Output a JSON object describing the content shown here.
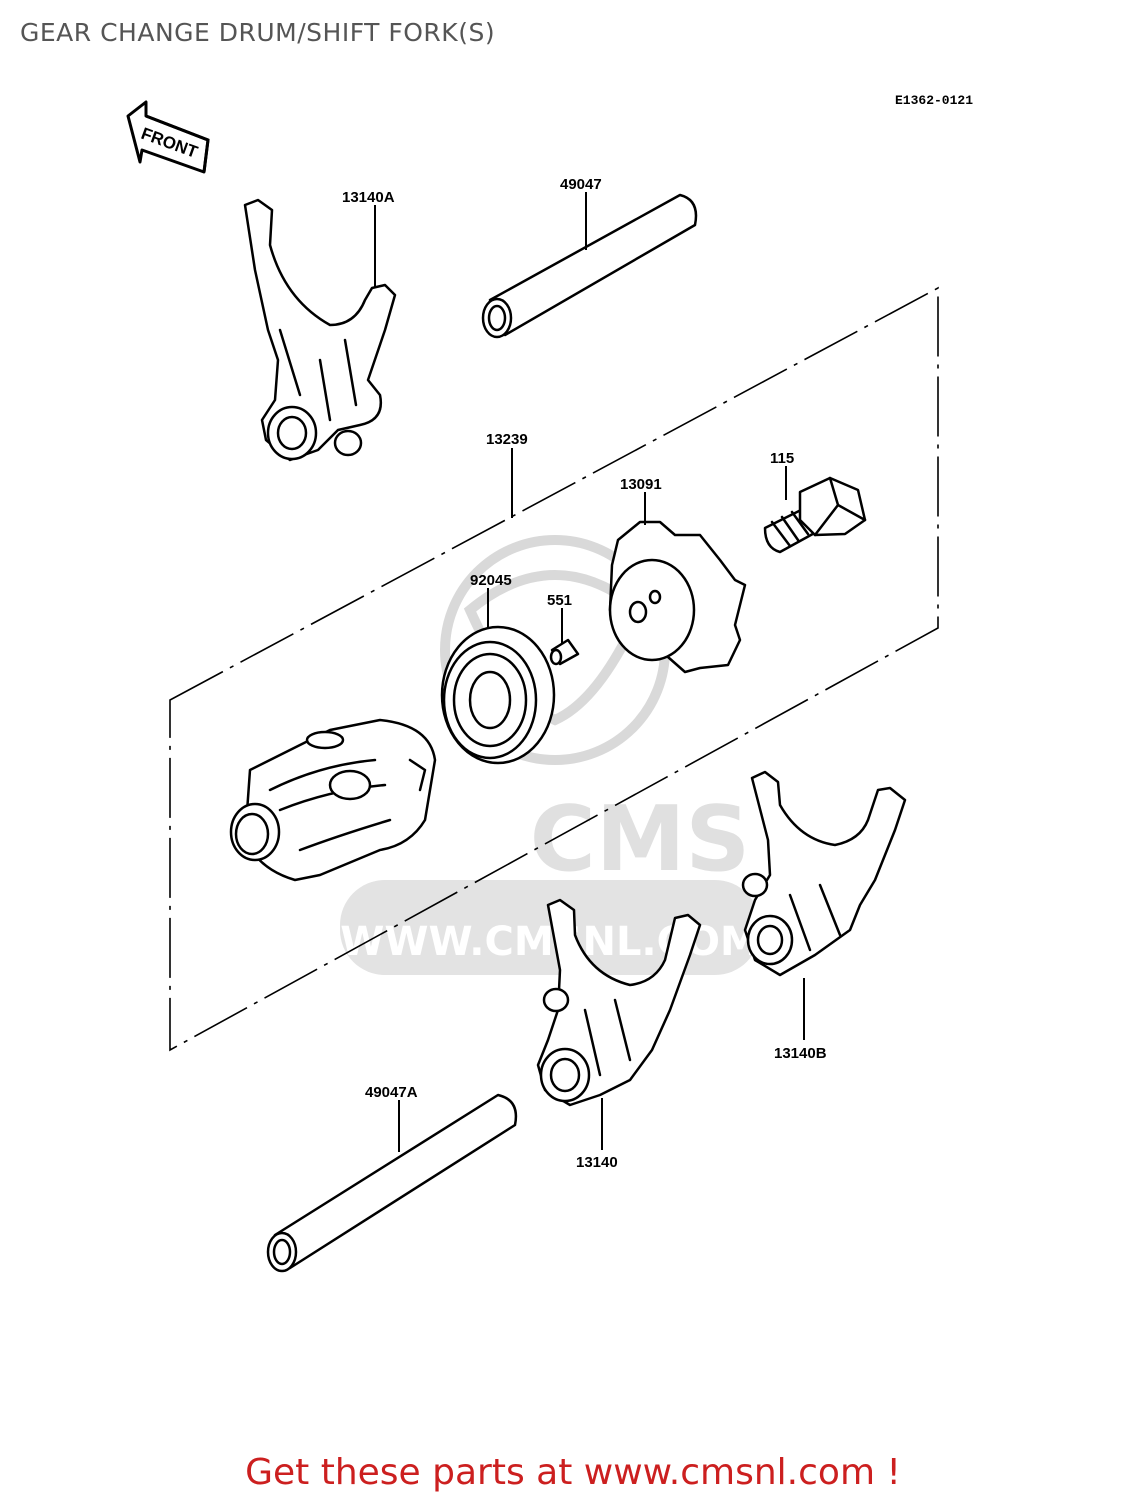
{
  "title": "GEAR CHANGE DRUM/SHIFT FORK(S)",
  "diagram_ref": "E1362-0121",
  "front_label": "FRONT",
  "watermark": {
    "brand": "CMS",
    "url": "WWW.CMSNL.COM"
  },
  "parts": [
    {
      "id": "13140A"
    },
    {
      "id": "49047"
    },
    {
      "id": "13239"
    },
    {
      "id": "115"
    },
    {
      "id": "13091"
    },
    {
      "id": "92045"
    },
    {
      "id": "551"
    },
    {
      "id": "13140B"
    },
    {
      "id": "49047A"
    },
    {
      "id": "13140"
    }
  ],
  "footer": "Get these parts at www.cmsnl.com !",
  "colors": {
    "title": "#555555",
    "footer": "#cc1f1f",
    "watermark": "#d9d9d9"
  }
}
